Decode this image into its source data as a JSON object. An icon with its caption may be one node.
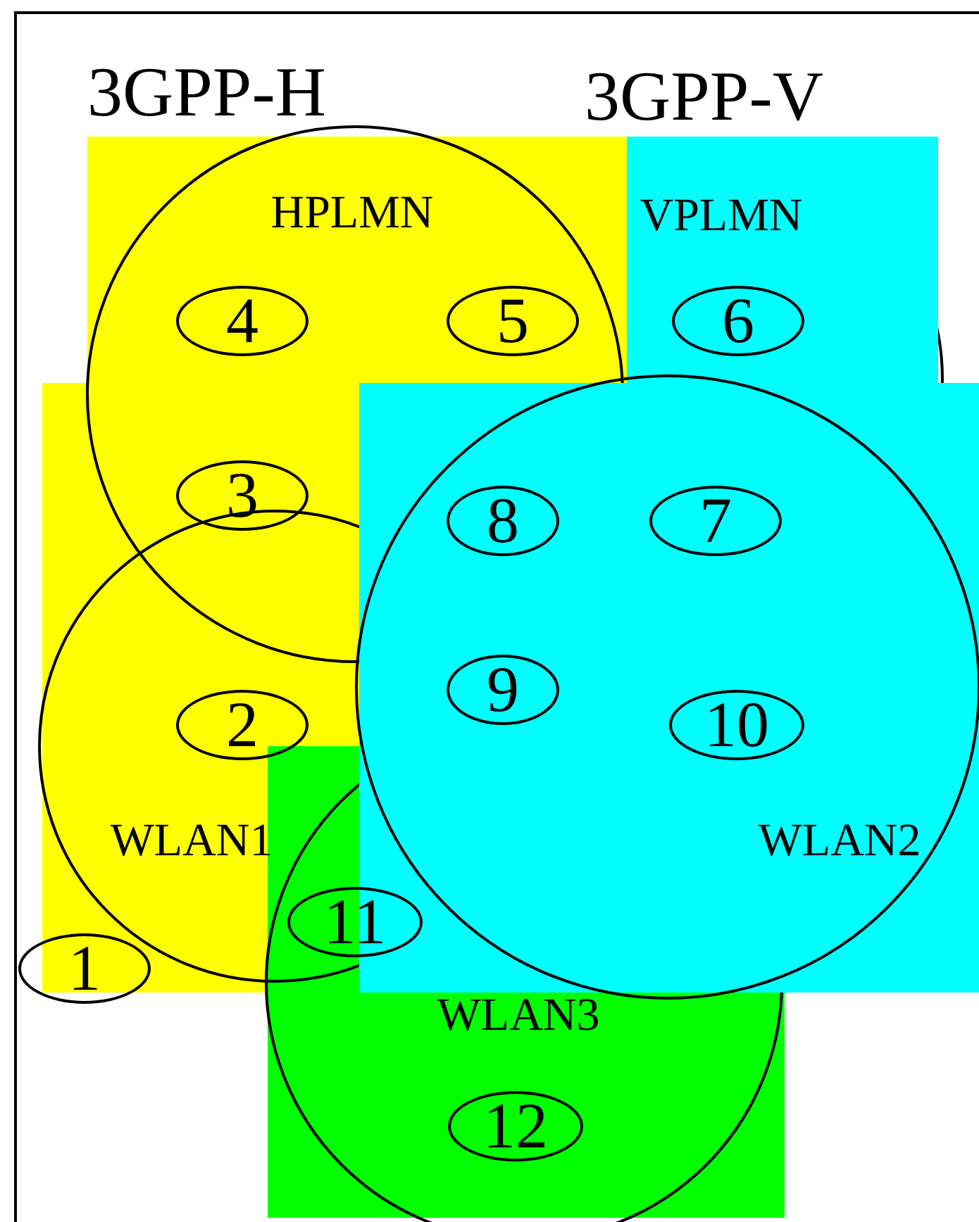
{
  "diagram": {
    "nodes": [
      {
        "text": [
          "HPLMN"
        ]
      },
      {
        "text": [
          "VPLMN"
        ]
      },
      {
        "text": [
          "WLAN1"
        ]
      },
      {
        "text": [
          "WLAN2"
        ]
      },
      {
        "text": [
          "WLAN3"
        ]
      },
      {
        "text": [
          "1"
        ]
      },
      {
        "text": [
          "2"
        ]
      },
      {
        "text": [
          "3"
        ]
      },
      {
        "text": [
          "4"
        ]
      },
      {
        "text": [
          "5"
        ]
      },
      {
        "text": [
          "6"
        ]
      },
      {
        "text": [
          "7"
        ]
      },
      {
        "text": [
          "8"
        ]
      },
      {
        "text": [
          "9"
        ]
      },
      {
        "text": [
          "10"
        ]
      },
      {
        "text": [
          "11"
        ]
      },
      {
        "text": [
          "12"
        ]
      }
    ],
    "labels": [
      "3GPP-H",
      "3GPP-V"
    ]
  }
}
